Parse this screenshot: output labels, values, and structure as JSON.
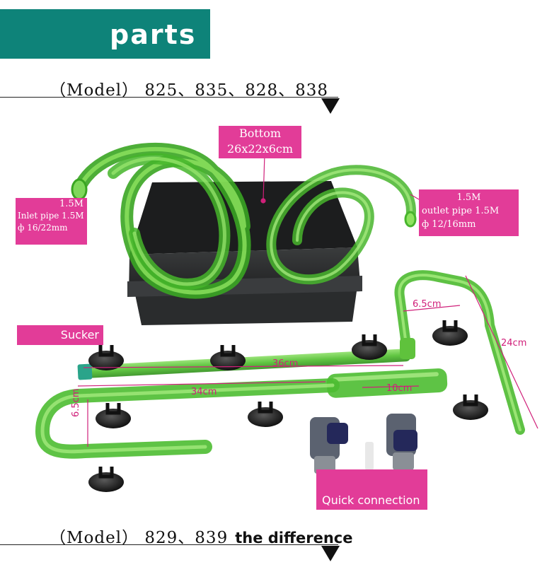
{
  "header": {
    "title": "parts"
  },
  "models_top": "（Model） 825、835、828、838",
  "models_bottom": "（Model） 829、839",
  "difference": "the difference",
  "labels": {
    "bottom_name": "Bottom",
    "bottom_size": "26x22x6cm",
    "inlet_len": "1.5M",
    "inlet_name": "Inlet pipe 1.5M",
    "inlet_dia": "ф 16/22mm",
    "outlet_len": "1.5M",
    "outlet_name": "outlet pipe 1.5M",
    "outlet_dia": "ф 12/16mm",
    "sucker": "Sucker",
    "quick": "Quick connection"
  },
  "dimensions": {
    "u_width": "6.5cm",
    "u_height": "24cm",
    "pipe_36": "36cm",
    "pipe_34": "34cm",
    "nozzle": "10cm",
    "j_width": "6.5cm"
  },
  "colors": {
    "banner": "#0e8379",
    "label_bg": "#e23c98",
    "dimension": "#d0207a",
    "pipe_green": "#5cc83a",
    "tray": "#2b2d2e"
  }
}
